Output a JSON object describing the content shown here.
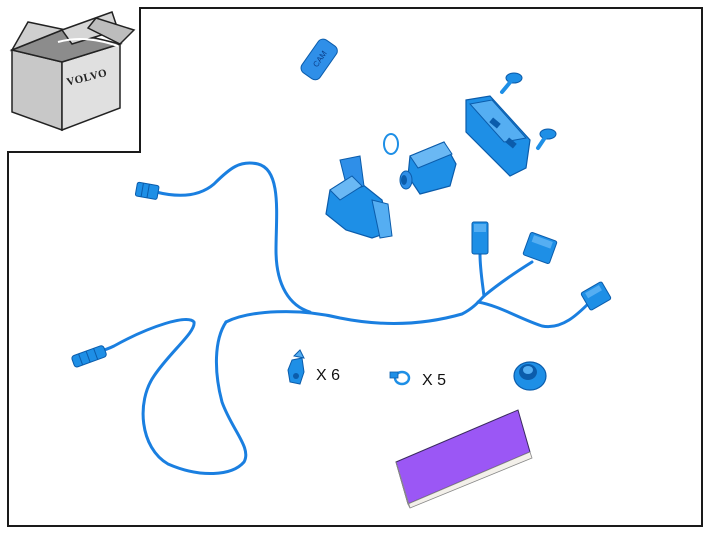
{
  "brand": {
    "box_logo": "VOLVO"
  },
  "parts": {
    "tag_label": "CAM",
    "clips_qty": "X 6",
    "ties_qty": "X 5"
  },
  "colors": {
    "part_blue": "#1e8fe6",
    "part_blue_dark": "#0b5cab",
    "cable_blue": "#1a7fe0",
    "pad_purple": "#9b57f5",
    "frame": "#1a1a1a"
  }
}
